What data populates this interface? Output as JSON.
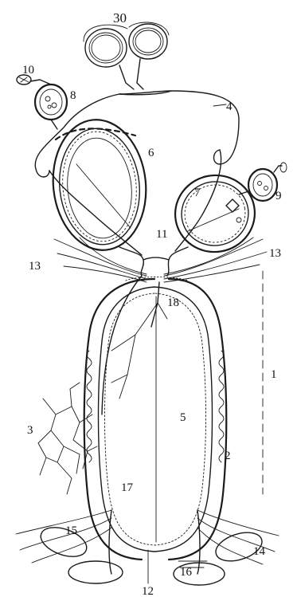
{
  "labels": {
    "l1": "1",
    "l2": "2",
    "l3": "3",
    "l4": "4",
    "l5": "5",
    "l6": "6",
    "l7": "7",
    "l8": "8",
    "l9": "9",
    "l10": "10",
    "l11": "11",
    "l12": "12",
    "l13a": "13",
    "l13b": "13",
    "l14": "14",
    "l15": "15",
    "l16": "16",
    "l17": "17",
    "l18": "18",
    "l30": "30"
  },
  "colors": {
    "ink": "#1b1b1b",
    "paper": "#ffffff"
  }
}
